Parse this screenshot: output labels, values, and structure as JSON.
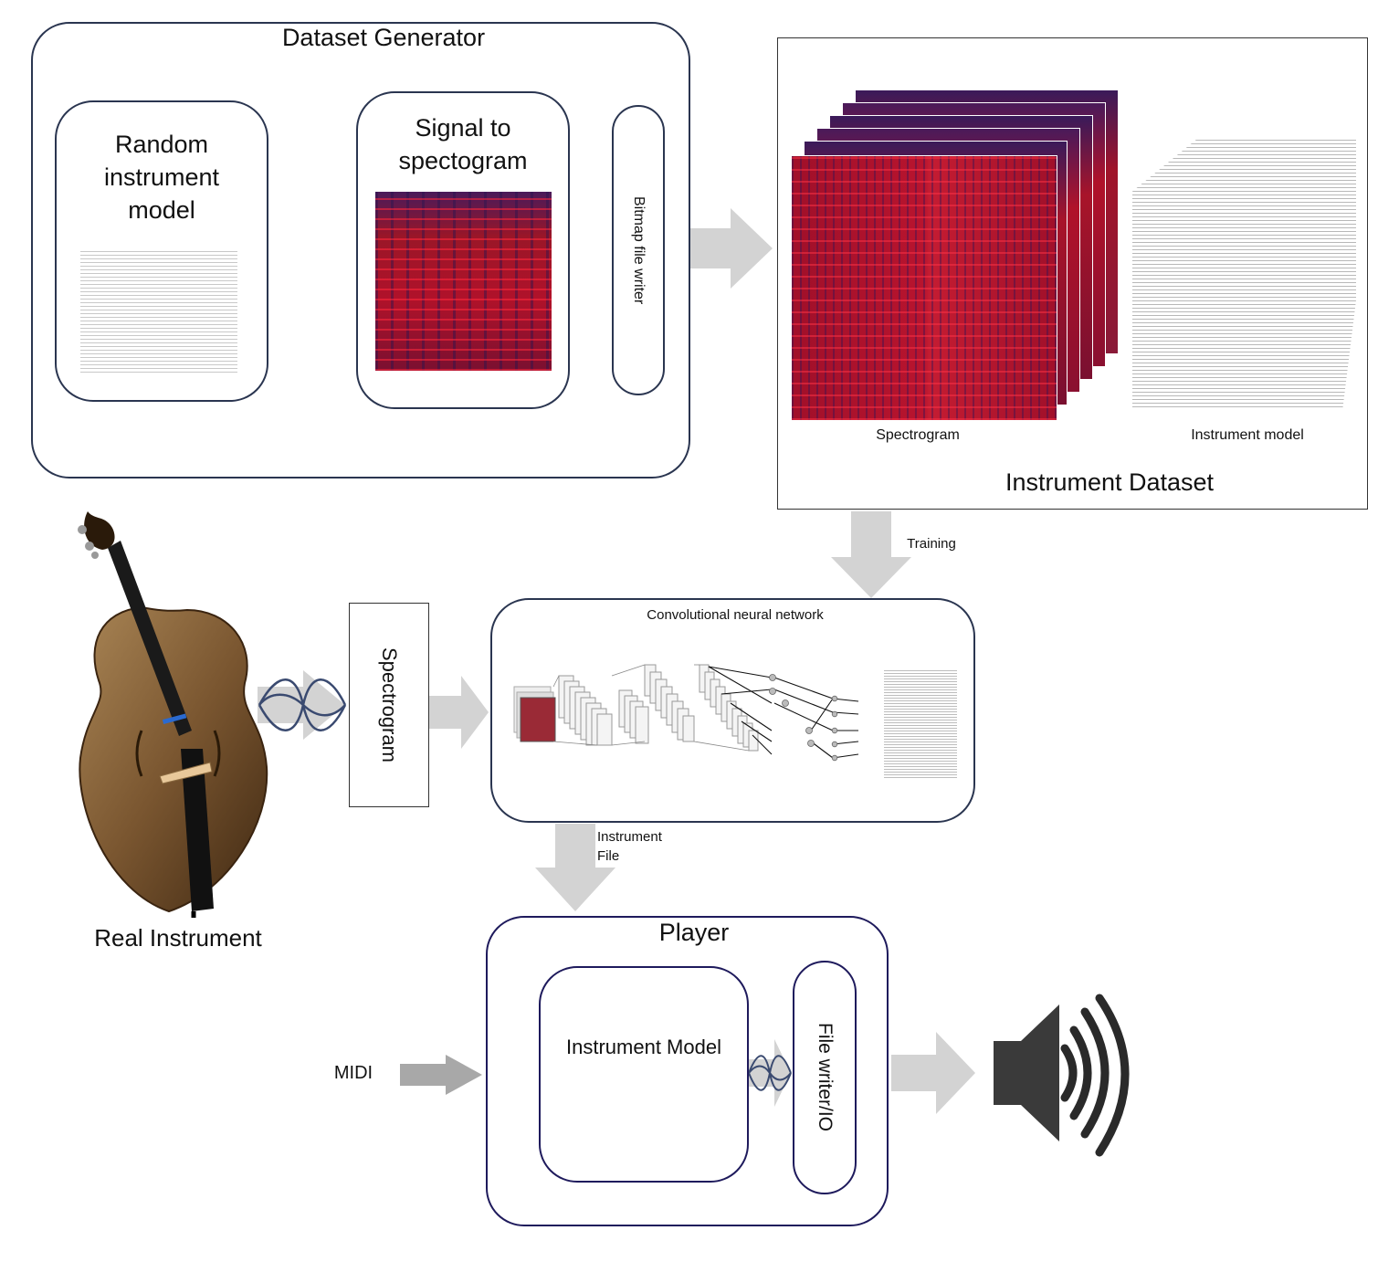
{
  "dataset_generator": {
    "title": "Dataset Generator",
    "random_instrument_model": "Random instrument model",
    "signal_to_spectogram": "Signal to spectogram",
    "bitmap_file_writer": "Bitmap file writer"
  },
  "instrument_dataset": {
    "title": "Instrument Dataset",
    "spectrogram_label": "Spectrogram",
    "instrument_model_label": "Instrument model"
  },
  "training_label": "Training",
  "real_instrument_label": "Real Instrument",
  "spectrogram_box_label": "Spectrogram",
  "cnn_label": "Convolutional neural network",
  "instrument_file_label": "Instrument File",
  "player": {
    "title": "Player",
    "instrument_model": "Instrument Model",
    "file_writer_io": "File writer/IO"
  },
  "midi_label": "MIDI",
  "colors": {
    "box_border": "#2a3550",
    "player_border": "#1e1a5c",
    "arrow_gray": "#d3d3d3",
    "spectrogram_red": "#b0122a",
    "spectrogram_blue": "#3a2a6a",
    "cello_brown": "#7a5a35"
  },
  "icons": [
    "sine-wave-icon",
    "speaker-icon",
    "double-bass-icon"
  ]
}
